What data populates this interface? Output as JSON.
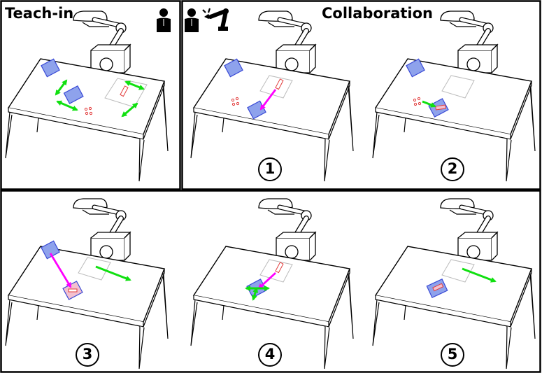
{
  "teach_in": {
    "title": "Teach-in",
    "icons": [
      "human-icon"
    ]
  },
  "collaboration": {
    "title": "Collaboration",
    "icons": [
      "human-icon",
      "robot-arm-icon"
    ]
  },
  "steps": [
    "1",
    "2",
    "3",
    "4",
    "5"
  ],
  "colors": {
    "frame": "#000000",
    "pad": "#8ea2ec",
    "pad_border": "#3a4ad6",
    "marker": "#e23b3b",
    "green_arrow": "#10e010",
    "magenta_arrow": "#ff00ff"
  }
}
